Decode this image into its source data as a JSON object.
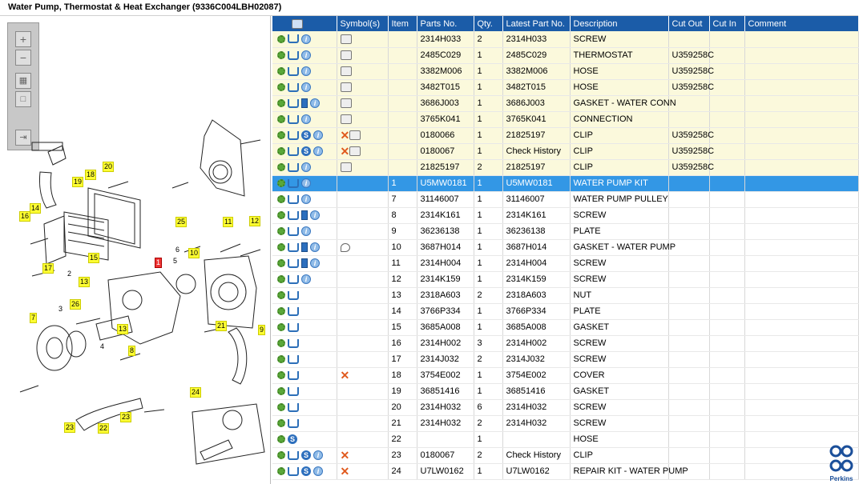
{
  "window": {
    "title": "Water Pump, Thermostat & Heat Exchanger (9336C004LBH02087)"
  },
  "toolbar": {
    "zoom_in": "+",
    "zoom_out": "−",
    "fit": "▦",
    "page": "□",
    "export": "⇥"
  },
  "grid": {
    "headers": [
      "",
      "Symbol(s)",
      "Item",
      "Parts No.",
      "Qty.",
      "Latest Part No.",
      "Description",
      "Cut Out",
      "Cut In",
      "Comment"
    ],
    "rows": [
      {
        "icons": "gci",
        "sym": "mag",
        "item": "",
        "part": "2314H033",
        "qty": "2",
        "latest": "2314H033",
        "desc": "SCREW",
        "cutout": "",
        "hl": true
      },
      {
        "icons": "gci",
        "sym": "mag",
        "item": "",
        "part": "2485C029",
        "qty": "1",
        "latest": "2485C029",
        "desc": "THERMOSTAT",
        "cutout": "U359258C",
        "hl": true
      },
      {
        "icons": "gci",
        "sym": "mag",
        "item": "",
        "part": "3382M006",
        "qty": "1",
        "latest": "3382M006",
        "desc": "HOSE",
        "cutout": "U359258C",
        "hl": true
      },
      {
        "icons": "gci",
        "sym": "mag",
        "item": "",
        "part": "3482T015",
        "qty": "1",
        "latest": "3482T015",
        "desc": "HOSE",
        "cutout": "U359258C",
        "hl": true
      },
      {
        "icons": "gcbi",
        "sym": "mag",
        "item": "",
        "part": "3686J003",
        "qty": "1",
        "latest": "3686J003",
        "desc": "GASKET - WATER CONN",
        "cutout": "",
        "hl": true
      },
      {
        "icons": "gci",
        "sym": "mag",
        "item": "",
        "part": "3765K041",
        "qty": "1",
        "latest": "3765K041",
        "desc": "CONNECTION",
        "cutout": "",
        "hl": true
      },
      {
        "icons": "gcsi",
        "sym": "xmag",
        "item": "",
        "part": "0180066",
        "qty": "1",
        "latest": "21825197",
        "desc": "CLIP",
        "cutout": "U359258C",
        "hl": true
      },
      {
        "icons": "gcsi",
        "sym": "xmag",
        "item": "",
        "part": "0180067",
        "qty": "1",
        "latest": "Check History",
        "desc": "CLIP",
        "cutout": "U359258C",
        "hl": true
      },
      {
        "icons": "gci",
        "sym": "mag",
        "item": "",
        "part": "21825197",
        "qty": "2",
        "latest": "21825197",
        "desc": "CLIP",
        "cutout": "U359258C",
        "hl": true
      },
      {
        "icons": "gci",
        "sym": "",
        "item": "1",
        "part": "U5MW0181",
        "qty": "1",
        "latest": "U5MW0181",
        "desc": "WATER PUMP KIT",
        "cutout": "",
        "sel": true
      },
      {
        "icons": "gci",
        "sym": "",
        "item": "7",
        "part": "31146007",
        "qty": "1",
        "latest": "31146007",
        "desc": "WATER PUMP PULLEY",
        "cutout": ""
      },
      {
        "icons": "gcbi",
        "sym": "",
        "item": "8",
        "part": "2314K161",
        "qty": "1",
        "latest": "2314K161",
        "desc": "SCREW",
        "cutout": ""
      },
      {
        "icons": "gci",
        "sym": "",
        "item": "9",
        "part": "36236138",
        "qty": "1",
        "latest": "36236138",
        "desc": "PLATE",
        "cutout": ""
      },
      {
        "icons": "gcbi",
        "sym": "bubble",
        "item": "10",
        "part": "3687H014",
        "qty": "1",
        "latest": "3687H014",
        "desc": "GASKET - WATER PUMP",
        "cutout": ""
      },
      {
        "icons": "gcbi",
        "sym": "",
        "item": "11",
        "part": "2314H004",
        "qty": "1",
        "latest": "2314H004",
        "desc": "SCREW",
        "cutout": ""
      },
      {
        "icons": "gci",
        "sym": "",
        "item": "12",
        "part": "2314K159",
        "qty": "1",
        "latest": "2314K159",
        "desc": "SCREW",
        "cutout": ""
      },
      {
        "icons": "gc",
        "sym": "",
        "item": "13",
        "part": "2318A603",
        "qty": "2",
        "latest": "2318A603",
        "desc": "NUT",
        "cutout": ""
      },
      {
        "icons": "gc",
        "sym": "",
        "item": "14",
        "part": "3766P334",
        "qty": "1",
        "latest": "3766P334",
        "desc": "PLATE",
        "cutout": ""
      },
      {
        "icons": "gc",
        "sym": "",
        "item": "15",
        "part": "3685A008",
        "qty": "1",
        "latest": "3685A008",
        "desc": "GASKET",
        "cutout": ""
      },
      {
        "icons": "gc",
        "sym": "",
        "item": "16",
        "part": "2314H002",
        "qty": "3",
        "latest": "2314H002",
        "desc": "SCREW",
        "cutout": ""
      },
      {
        "icons": "gc",
        "sym": "",
        "item": "17",
        "part": "2314J032",
        "qty": "2",
        "latest": "2314J032",
        "desc": "SCREW",
        "cutout": ""
      },
      {
        "icons": "gc",
        "sym": "x",
        "item": "18",
        "part": "3754E002",
        "qty": "1",
        "latest": "3754E002",
        "desc": "COVER",
        "cutout": ""
      },
      {
        "icons": "gc",
        "sym": "",
        "item": "19",
        "part": "36851416",
        "qty": "1",
        "latest": "36851416",
        "desc": "GASKET",
        "cutout": ""
      },
      {
        "icons": "gc",
        "sym": "",
        "item": "20",
        "part": "2314H032",
        "qty": "6",
        "latest": "2314H032",
        "desc": "SCREW",
        "cutout": ""
      },
      {
        "icons": "gc",
        "sym": "",
        "item": "21",
        "part": "2314H032",
        "qty": "2",
        "latest": "2314H032",
        "desc": "SCREW",
        "cutout": ""
      },
      {
        "icons": "gs",
        "sym": "",
        "item": "22",
        "part": "",
        "qty": "1",
        "latest": "",
        "desc": "HOSE",
        "cutout": ""
      },
      {
        "icons": "gcsi",
        "sym": "x",
        "item": "23",
        "part": "0180067",
        "qty": "2",
        "latest": "Check History",
        "desc": "CLIP",
        "cutout": ""
      },
      {
        "icons": "gcsi",
        "sym": "x",
        "item": "24",
        "part": "U7LW0162",
        "qty": "1",
        "latest": "U7LW0162",
        "desc": "REPAIR KIT - WATER PUMP",
        "cutout": ""
      }
    ]
  },
  "diagram_labels": [
    {
      "text": "20"
    },
    {
      "text": "18"
    },
    {
      "text": "19"
    },
    {
      "text": "14"
    },
    {
      "text": "16"
    },
    {
      "text": "15"
    },
    {
      "text": "17"
    },
    {
      "text": "2"
    },
    {
      "text": "13"
    },
    {
      "text": "26"
    },
    {
      "text": "3"
    },
    {
      "text": "7"
    },
    {
      "text": "4"
    },
    {
      "text": "13"
    },
    {
      "text": "8"
    },
    {
      "text": "25"
    },
    {
      "text": "11"
    },
    {
      "text": "12"
    },
    {
      "text": "6"
    },
    {
      "text": "10"
    },
    {
      "text": "5"
    },
    {
      "text": "1"
    },
    {
      "text": "21"
    },
    {
      "text": "9"
    },
    {
      "text": "24"
    },
    {
      "text": "23"
    },
    {
      "text": "22"
    },
    {
      "text": "23"
    }
  ],
  "logo": {
    "text": "Perkins"
  }
}
